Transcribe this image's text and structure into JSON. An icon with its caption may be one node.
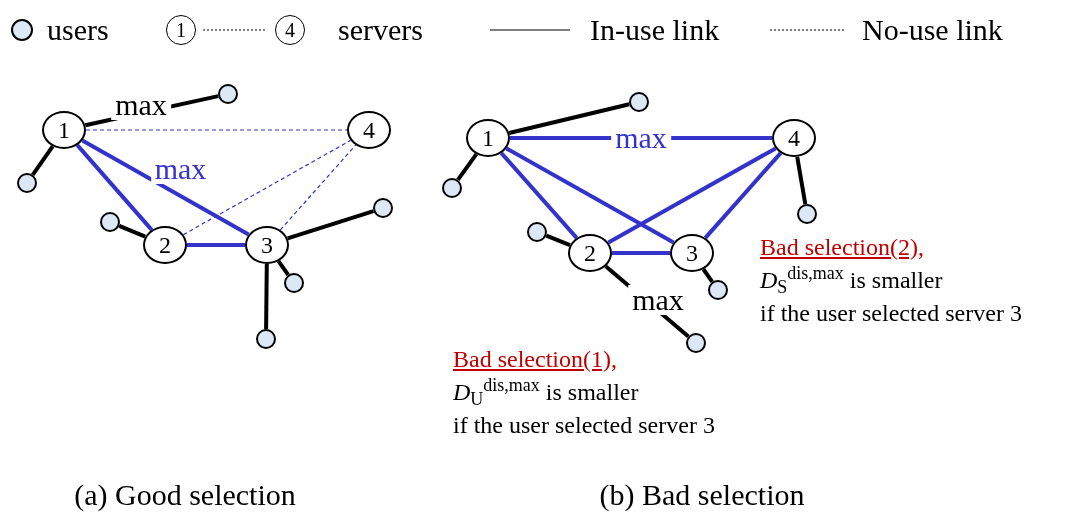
{
  "diagram": {
    "nodes": [
      {
        "text": [
          "1"
        ]
      },
      {
        "text": [
          "4"
        ]
      },
      {
        "text": [
          "2"
        ]
      },
      {
        "text": [
          "3"
        ]
      },
      {
        "text": [],
        "shape": "circle"
      },
      {
        "text": [],
        "shape": "circle"
      },
      {
        "text": [],
        "shape": "circle"
      },
      {
        "text": [],
        "shape": "circle"
      },
      {
        "text": [],
        "shape": "circle"
      },
      {
        "text": [],
        "shape": "circle"
      },
      {
        "text": [
          "1"
        ]
      },
      {
        "text": [
          "4"
        ]
      },
      {
        "text": [
          "2"
        ]
      },
      {
        "text": [
          "3"
        ]
      },
      {
        "text": [],
        "shape": "circle"
      },
      {
        "text": [],
        "shape": "circle"
      },
      {
        "text": [],
        "shape": "circle"
      },
      {
        "text": [],
        "shape": "circle"
      },
      {
        "text": [],
        "shape": "circle"
      },
      {
        "text": [],
        "shape": "circle"
      }
    ],
    "edges": [
      {
        "from": 0,
        "to": 4,
        "arrow": "none",
        "label": "max"
      },
      {
        "from": 0,
        "to": 5,
        "arrow": "none"
      },
      {
        "from": 2,
        "to": 6,
        "arrow": "none"
      },
      {
        "from": 3,
        "to": 7,
        "arrow": "none"
      },
      {
        "from": 3,
        "to": 8,
        "arrow": "none"
      },
      {
        "from": 3,
        "to": 9,
        "arrow": "none"
      },
      {
        "from": 0,
        "to": 2,
        "arrow": "none",
        "color": "#3333cc"
      },
      {
        "from": 0,
        "to": 3,
        "arrow": "none",
        "color": "#3333cc",
        "label": "max"
      },
      {
        "from": 2,
        "to": 3,
        "arrow": "none",
        "color": "#3333cc"
      },
      {
        "from": 0,
        "to": 1,
        "arrow": "none",
        "color": "#3333cc",
        "style": "dashed"
      },
      {
        "from": 2,
        "to": 1,
        "arrow": "none",
        "color": "#3333cc",
        "style": "dashed"
      },
      {
        "from": 3,
        "to": 1,
        "arrow": "none",
        "color": "#3333cc",
        "style": "dashed"
      },
      {
        "from": 10,
        "to": 14,
        "arrow": "none"
      },
      {
        "from": 10,
        "to": 15,
        "arrow": "none"
      },
      {
        "from": 12,
        "to": 16,
        "arrow": "none"
      },
      {
        "from": 11,
        "to": 17,
        "arrow": "none"
      },
      {
        "from": 13,
        "to": 18,
        "arrow": "none"
      },
      {
        "from": 12,
        "to": 19,
        "arrow": "none",
        "label": "max"
      },
      {
        "from": 10,
        "to": 11,
        "arrow": "none",
        "color": "#3333cc",
        "label": "max"
      },
      {
        "from": 10,
        "to": 12,
        "arrow": "none",
        "color": "#3333cc"
      },
      {
        "from": 10,
        "to": 13,
        "arrow": "none",
        "color": "#3333cc"
      },
      {
        "from": 11,
        "to": 12,
        "arrow": "none",
        "color": "#3333cc"
      },
      {
        "from": 11,
        "to": 13,
        "arrow": "none",
        "color": "#3333cc"
      },
      {
        "from": 12,
        "to": 13,
        "arrow": "none",
        "color": "#3333cc"
      }
    ],
    "labels": [
      "1",
      "4",
      "Bad selection(2),",
      "*D*$_{S}$$^{dis,max}$ is smaller",
      "if the user selected server 3",
      "Bad selection(1),",
      "*D*$_{U}$$^{dis,max}$ is smaller",
      "if the user selected server 3",
      "(a) Good selection",
      "(b) Bad selection"
    ],
    "legend": [
      {
        "text": "users",
        "color": "#dce8f5"
      },
      {
        "text": "servers"
      },
      {
        "text": "In-use link"
      },
      {
        "text": "No-use link"
      }
    ]
  }
}
